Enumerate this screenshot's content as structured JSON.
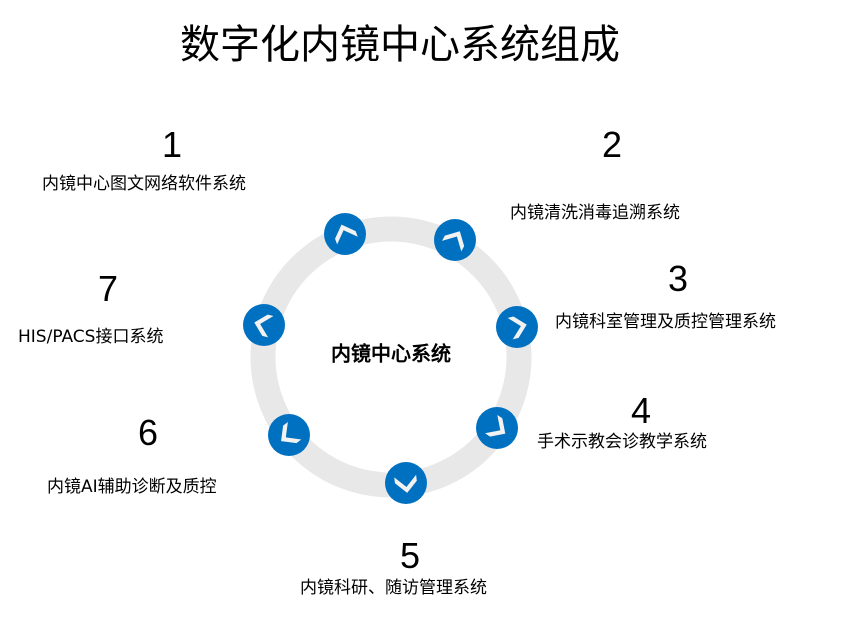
{
  "title": "数字化内镜中心系统组成",
  "center_label": "内镜中心系统",
  "accent_color": "#0070C0",
  "ring_color": "#E8E8E8",
  "items": [
    {
      "number": "1",
      "label": "内镜中心图文网络软件系统"
    },
    {
      "number": "2",
      "label": "内镜清洗消毒追溯系统"
    },
    {
      "number": "3",
      "label": "内镜科室管理及质控管理系统"
    },
    {
      "number": "4",
      "label": "手术示教会诊教学系统"
    },
    {
      "number": "5",
      "label": "内镜科研、随访管理系统"
    },
    {
      "number": "6",
      "label": "内镜AI辅助诊断及质控"
    },
    {
      "number": "7",
      "label": "HIS/PACS接口系统"
    }
  ]
}
